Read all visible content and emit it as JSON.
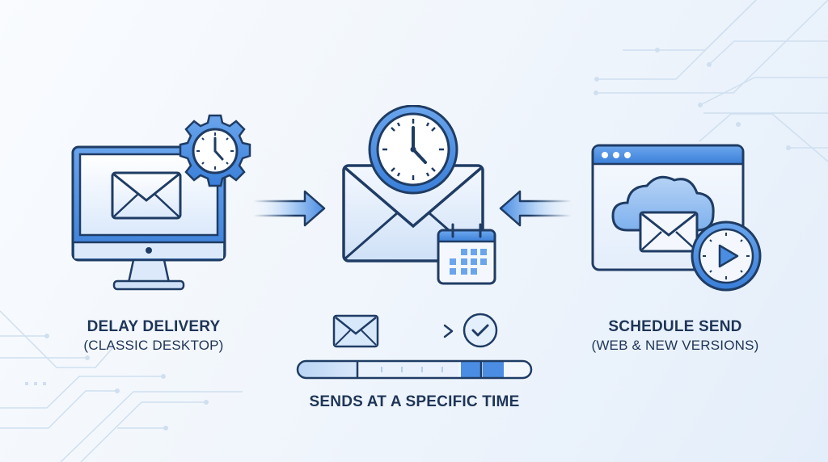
{
  "diagram": {
    "left": {
      "title": "DELAY DELIVERY",
      "subtitle": "(CLASSIC DESKTOP)",
      "icon": "monitor-with-envelope-and-gear-clock"
    },
    "center": {
      "icon": "envelope-with-clock-and-calendar",
      "caption": "SENDS AT A SPECIFIC TIME",
      "flow": "envelope-arrow-checkmark"
    },
    "right": {
      "title": "SCHEDULE SEND",
      "subtitle": "(WEB & NEW VERSIONS)",
      "icon": "browser-window-cloud-envelope-play-clock"
    },
    "arrows": [
      "left-to-center",
      "right-to-center"
    ]
  },
  "colors": {
    "outline": "#1f3c64",
    "accent": "#3f86e0",
    "light_fill": "#dbe9fb",
    "text": "#1e3557",
    "background": "#eef4fb"
  }
}
